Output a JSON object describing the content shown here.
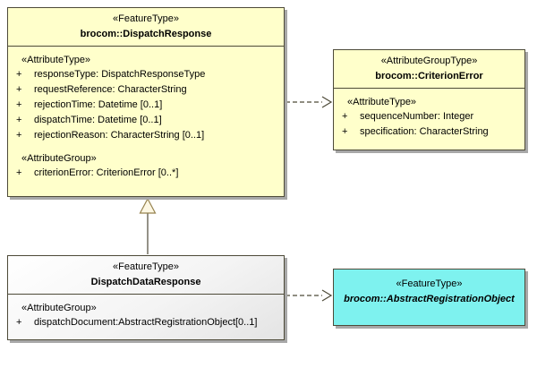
{
  "symbols": {
    "plus": "+"
  },
  "colors": {
    "class_fill_yellow": "#ffffcb",
    "class_fill_cyan": "#7ef2ef",
    "border": "#4d4a38",
    "shadow": "#a8a8a8",
    "connector": "#4d4a38"
  },
  "dispatchResponse": {
    "stereotype": "«FeatureType»",
    "name": "brocom::DispatchResponse",
    "attributeTypeHeading": "«AttributeType»",
    "attributes": [
      "responseType: DispatchResponseType",
      "requestReference: CharacterString",
      "rejectionTime: Datetime [0..1]",
      "dispatchTime: Datetime [0..1]",
      "rejectionReason: CharacterString [0..1]"
    ],
    "attributeGroupHeading": "«AttributeGroup»",
    "groupAttributes": [
      "criterionError: CriterionError [0..*]"
    ]
  },
  "criterionError": {
    "stereotype": "«AttributeGroupType»",
    "name": "brocom::CriterionError",
    "attributeTypeHeading": "«AttributeType»",
    "attributes": [
      "sequenceNumber: Integer",
      "specification: CharacterString"
    ]
  },
  "dispatchDataResponse": {
    "stereotype": "«FeatureType»",
    "name": "DispatchDataResponse",
    "attributeGroupHeading": "«AttributeGroup»",
    "attributes": [
      "dispatchDocument:AbstractRegistrationObject[0..1]"
    ]
  },
  "abstractRegistrationObject": {
    "stereotype": "«FeatureType»",
    "name": "brocom::AbstractRegistrationObject"
  }
}
